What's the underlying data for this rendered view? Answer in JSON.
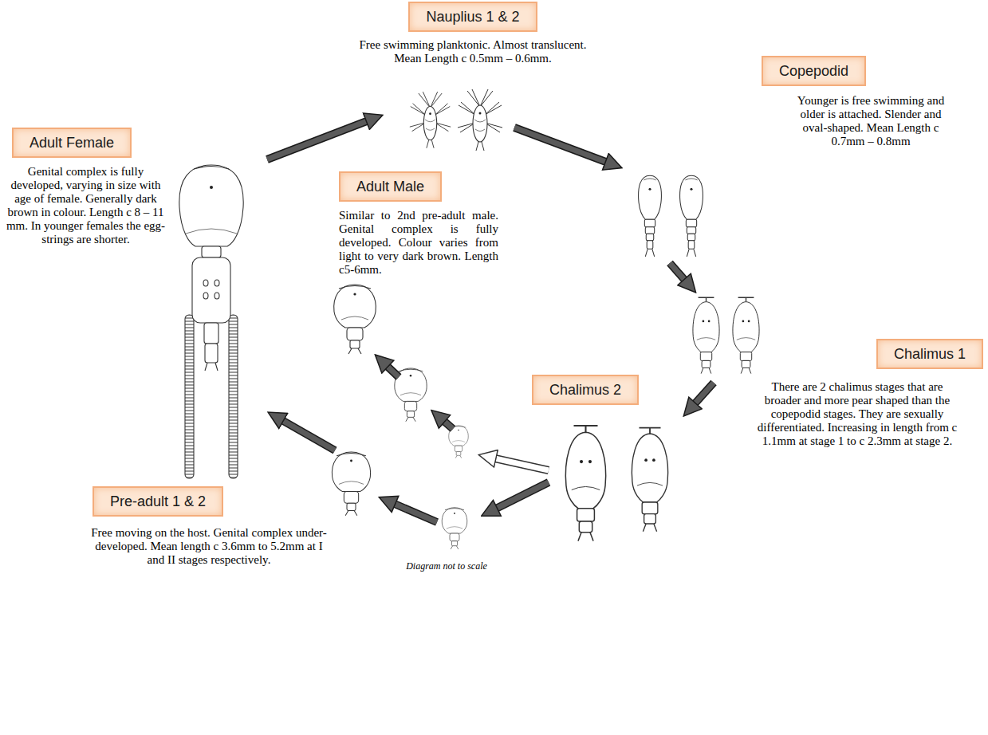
{
  "diagram": {
    "nodes": [
      {
        "text": [
          "Nauplius 1 & 2",
          "Free swimming planktonic. Almost translucent. Mean Length c 0.5mm – 0.6mm."
        ]
      },
      {
        "text": [
          "Copepodid",
          "Younger is free swimming and older is attached. Slender and oval-shaped. Mean Length c 0.7mm – 0.8mm"
        ]
      },
      {
        "text": [
          "Chalimus 1",
          "There are 2 chalimus stages that are broader and more pear shaped than the copepodid stages. They are sexually differentiated. Increasing in length from c 1.1mm at stage 1 to c 2.3mm at stage 2."
        ]
      },
      {
        "text": [
          "Chalimus 2"
        ]
      },
      {
        "text": [
          "Pre-adult 1 & 2",
          "Free moving on the host. Genital complex under-developed. Mean length c 3.6mm to 5.2mm at I and II stages respectively."
        ]
      },
      {
        "text": [
          "Adult Male",
          "Similar to 2nd pre-adult male. Genital complex is fully developed. Colour varies from light to very dark brown. Length c5-6mm."
        ]
      },
      {
        "text": [
          "Adult Female",
          "Genital complex is fully developed, varying in size with age of female. Generally dark brown in colour. Length c 8 – 11 mm. In younger females the egg-strings are shorter."
        ]
      }
    ],
    "labels": [
      "Diagram not to scale"
    ]
  }
}
